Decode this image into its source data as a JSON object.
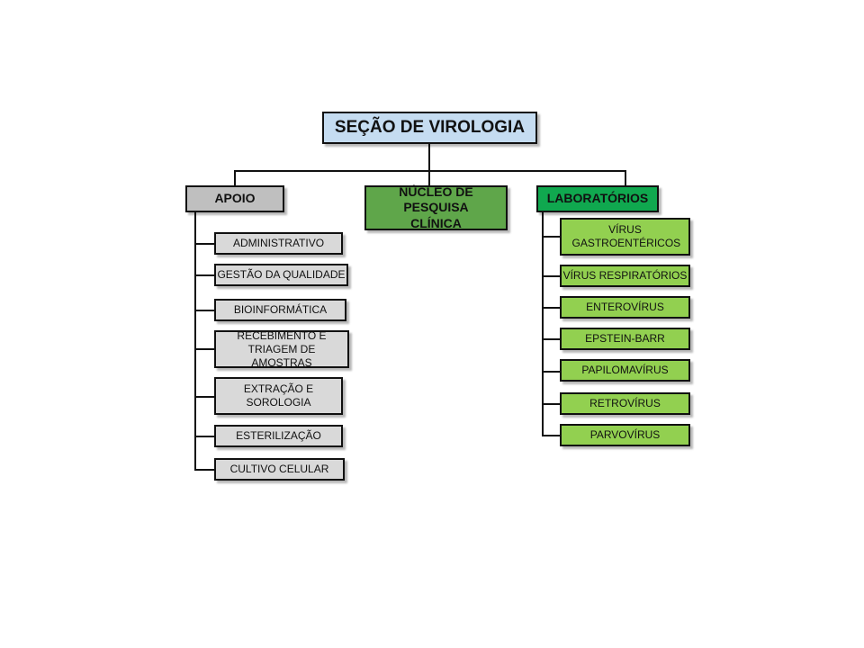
{
  "colors": {
    "root": "#c5dcf1",
    "support": "#bfbfbf",
    "support_item": "#d9d9d9",
    "research": "#5fa64a",
    "labs": "#10a84f",
    "lab_item": "#92d050"
  },
  "diagram": {
    "root": "SEÇÃO DE VIROLOGIA",
    "branches": {
      "support": "APOIO",
      "research": "NÚCLEO DE PESQUISA CLÍNICA",
      "labs": "LABORATÓRIOS"
    },
    "support_items": [
      "ADMINISTRATIVO",
      "GESTÃO DA QUALIDADE",
      "BIOINFORMÁTICA",
      "RECEBIMENTO E TRIAGEM DE AMOSTRAS",
      "EXTRAÇÃO E SOROLOGIA",
      "ESTERILIZAÇÃO",
      "CULTIVO CELULAR"
    ],
    "lab_items": [
      "VÍRUS GASTROENTÉRICOS",
      "VÍRUS RESPIRATÓRIOS",
      "ENTEROVÍRUS",
      "EPSTEIN-BARR",
      "PAPILOMAVÍRUS",
      "RETROVÍRUS",
      "PARVOVÍRUS"
    ]
  }
}
